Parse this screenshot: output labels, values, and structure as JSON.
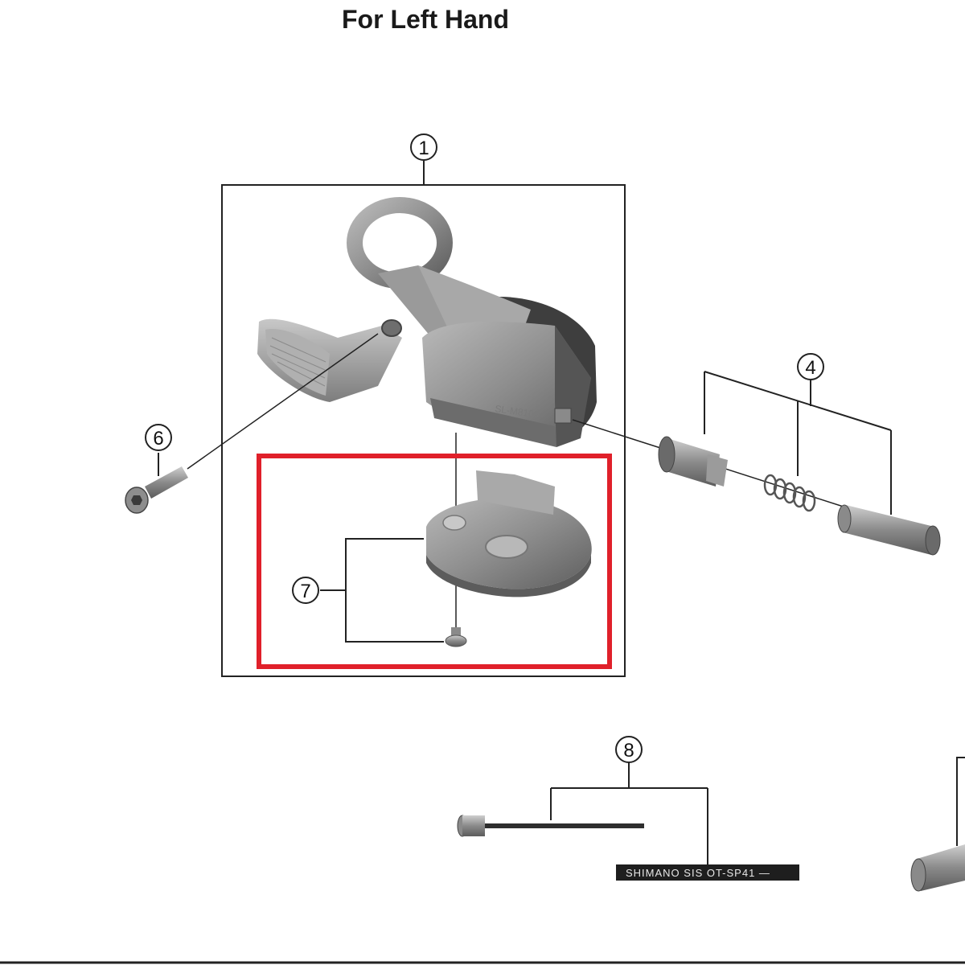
{
  "title": "For Left Hand",
  "callouts": [
    {
      "id": "callout-1",
      "text": "1"
    },
    {
      "id": "callout-4",
      "text": "4"
    },
    {
      "id": "callout-6",
      "text": "6"
    },
    {
      "id": "callout-7",
      "text": "7"
    },
    {
      "id": "callout-8",
      "text": "8"
    }
  ],
  "housing_mark": "SL-M8100",
  "cable_label": "SHIMANO SIS OT-SP41 —",
  "colors": {
    "highlight_box": "#e0202a",
    "line": "#222222",
    "part_gray": "#8f8f8f",
    "part_dark": "#5a5a5a"
  }
}
